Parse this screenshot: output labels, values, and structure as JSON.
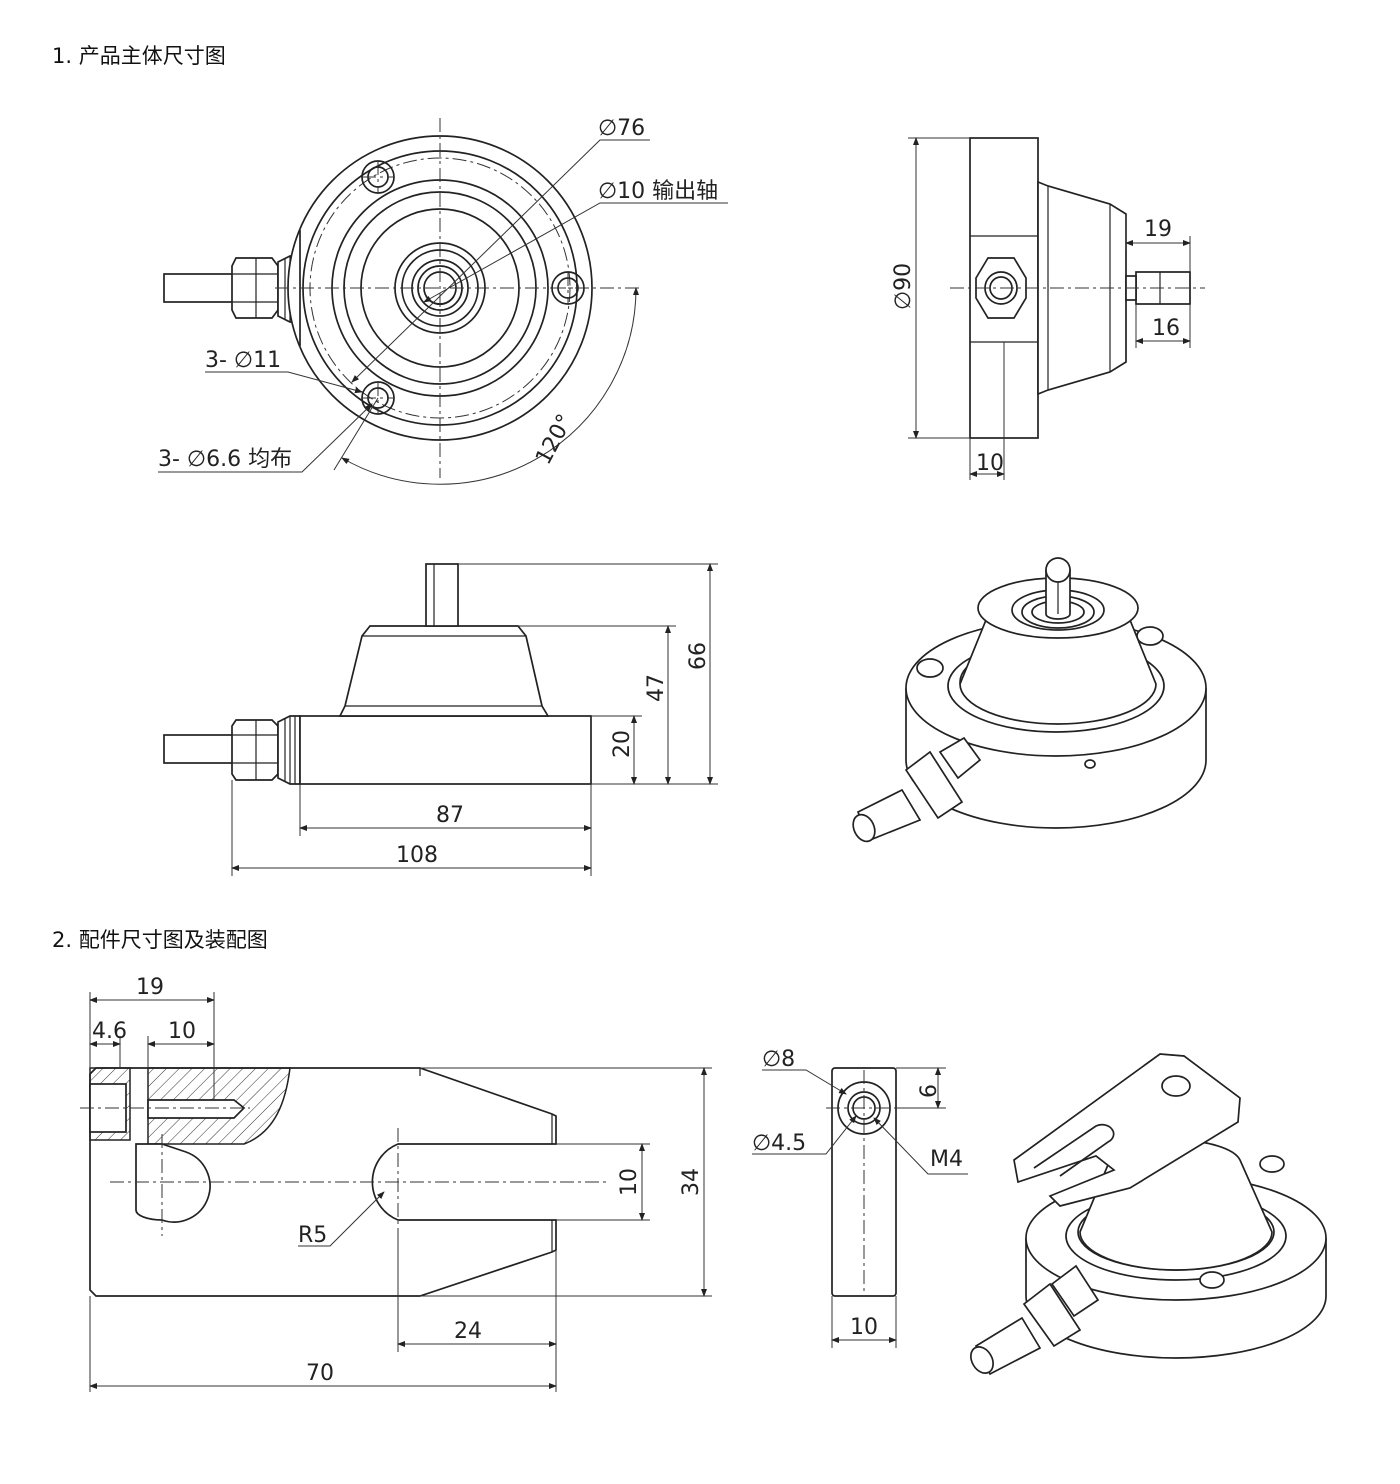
{
  "titles": {
    "section1": "1. 产品主体尺寸图",
    "section2": "2. 配件尺寸图及装配图"
  },
  "front_view": {
    "d76": "∅76",
    "d10_shaft": "∅10 输出轴",
    "holes_d11": "3- ∅11",
    "holes_d66": "3- ∅6.6 均布",
    "angle": "120°"
  },
  "side_view": {
    "d90": "∅90",
    "d19": "19",
    "d16": "16",
    "d10": "10"
  },
  "elevation_view": {
    "h66": "66",
    "h47": "47",
    "h20": "20",
    "w87": "87",
    "w108": "108"
  },
  "fork": {
    "d19": "19",
    "d4_6": "4.6",
    "d10": "10",
    "slot10": "10",
    "h34": "34",
    "r5": "R5",
    "d24": "24",
    "w70": "70"
  },
  "fork_side": {
    "d8": "∅8",
    "d4_5": "∅4.5",
    "m4": "M4",
    "d6": "6",
    "w10": "10"
  }
}
